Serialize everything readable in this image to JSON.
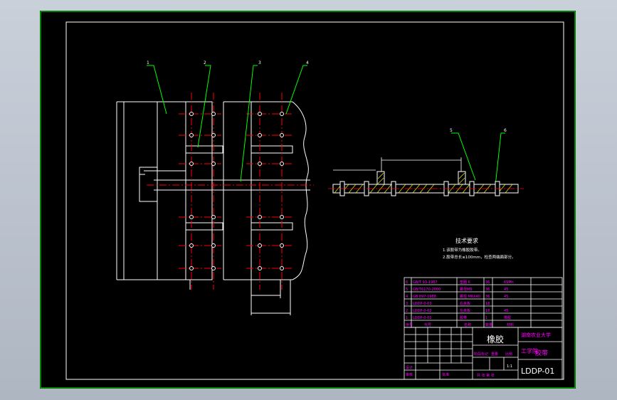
{
  "colors": {
    "background": "#000000",
    "frame": "#00ff00",
    "outline": "#ffffff",
    "center_line": "#ff0000",
    "leader": "#00ff00",
    "hatch": "#ffff00",
    "text": "#ff00ff"
  },
  "balloons": [
    "1",
    "2",
    "3",
    "4",
    "5",
    "6"
  ],
  "technical_requirements": {
    "title": "技术要求",
    "lines": [
      "1.该胶带为橡胶胶带。",
      "2.胶带总长≤100mm，检查两端面部分。"
    ]
  },
  "bom": {
    "rows": [
      {
        "no": "6",
        "code": "GB/T 93-1987",
        "name": "垫圈 6",
        "qty": "36",
        "material": "65Mn"
      },
      {
        "no": "5",
        "code": "GB/T6170-2000",
        "name": "螺母M6",
        "qty": "36",
        "material": "45"
      },
      {
        "no": "4",
        "code": "GB 897-1988",
        "name": "螺柱 M6X40",
        "qty": "36",
        "material": "45"
      },
      {
        "no": "3",
        "code": "LDDP-0-03",
        "name": "右夹板",
        "qty": "18",
        "material": ""
      },
      {
        "no": "2",
        "code": "LDDP-0-02",
        "name": "左夹板",
        "qty": "18",
        "material": "45"
      },
      {
        "no": "1",
        "code": "LDDP-0-01",
        "name": "胶带",
        "qty": "1",
        "material": "橡胶"
      }
    ],
    "header": [
      "序号",
      "代号",
      "名称",
      "数量",
      "材料"
    ]
  },
  "title_block": {
    "part_name": "橡胶",
    "part_name2": "胶带",
    "university": "湖南农业大学",
    "college": "工学院",
    "drawing_no": "LDDP-01",
    "scale": "1:1",
    "labels": {
      "design": "设计",
      "check": "审核",
      "approve": "批准",
      "stage": "阶段标记",
      "weight": "重量",
      "ratio": "比例",
      "sheets": "共 张 第 张"
    }
  }
}
